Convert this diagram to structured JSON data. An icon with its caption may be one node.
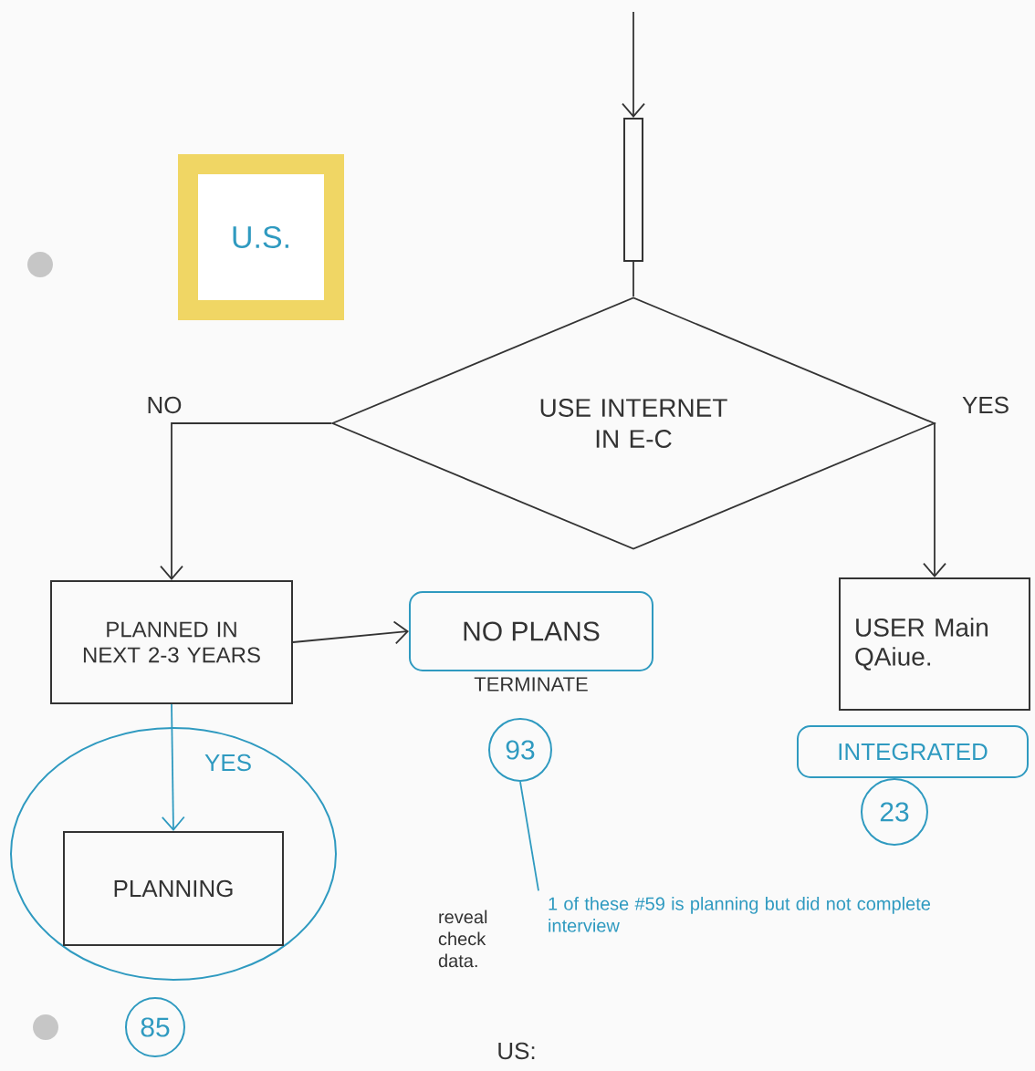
{
  "diagram": {
    "nodes": [
      {
        "text": [
          "U.S."
        ]
      },
      {
        "text": [],
        "shape": "bar"
      },
      {
        "text": [
          "USE INTERNET IN E-C"
        ]
      },
      {
        "text": [
          "PLANNED IN NEXT 2-3 YEARS"
        ]
      },
      {
        "text": [
          "NO PLANS"
        ],
        "beside": [
          "TERMINATE"
        ]
      },
      {
        "text": [
          "USER Main QAiue."
        ]
      },
      {
        "text": [
          "INTEGRATED"
        ]
      },
      {
        "text": [
          "93"
        ]
      },
      {
        "text": [
          "23"
        ]
      },
      {
        "text": [],
        "shape": "circle"
      },
      {
        "text": [
          "PLANNING"
        ],
        "in": 9
      },
      {
        "text": [
          "85"
        ]
      },
      {
        "text": [
          "reveal check data.",
          "1 of these #59 is planning but did not complete interview"
        ]
      }
    ],
    "edges": [
      {
        "from": null,
        "to": 1,
        "arrow": "to"
      },
      {
        "from": 1,
        "to": 2,
        "arrow": "none"
      },
      {
        "from": 2,
        "to": 3,
        "arrow": "to",
        "label": "NO"
      },
      {
        "from": 2,
        "to": 5,
        "arrow": "to",
        "label": "YES"
      },
      {
        "from": 3,
        "to": 4,
        "arrow": "to"
      },
      {
        "from": 3,
        "to": 10,
        "arrow": "to",
        "label": "YES",
        "color": "#2f9ac0"
      },
      {
        "from": 7,
        "to": 12,
        "arrow": "none",
        "color": "#2f9ac0"
      }
    ],
    "labels": [
      "US:"
    ]
  }
}
